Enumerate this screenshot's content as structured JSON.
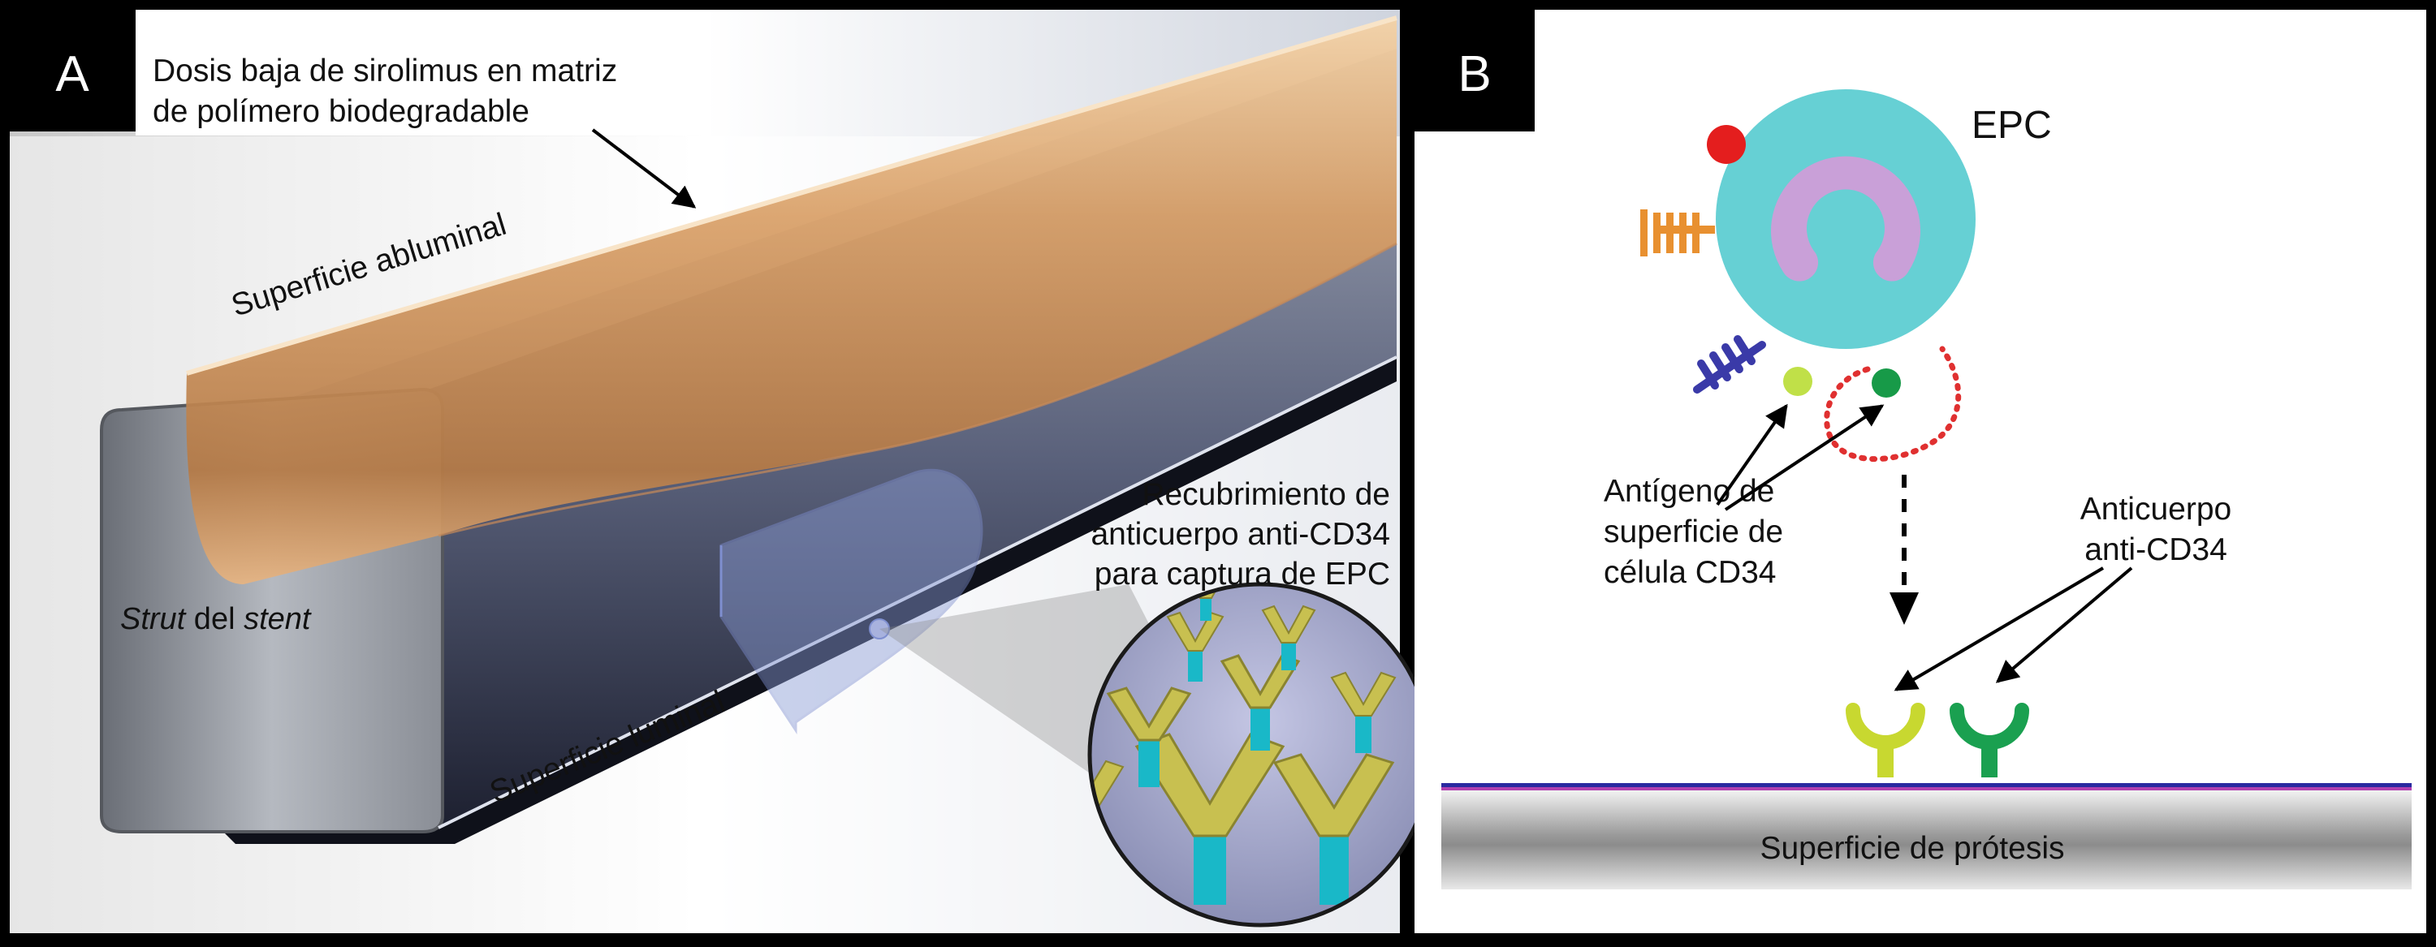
{
  "panel_a": {
    "letter": "A",
    "labels": {
      "coating_line1": "Dosis baja de sirolimus en matriz",
      "coating_line2": "de polímero biodegradable",
      "abluminal": "Superficie abluminal",
      "luminal": "Superficie luminal",
      "strut_italic1": "Strut",
      "strut_mid": " del ",
      "strut_italic2": "stent",
      "antibody_coating_line1": "Recubrimiento de",
      "antibody_coating_line2": "anticuerpo anti-CD34",
      "antibody_coating_line3": "para captura de EPC"
    }
  },
  "panel_b": {
    "letter": "B",
    "labels": {
      "epc": "EPC",
      "antigen_line1": "Antígeno de",
      "antigen_line2": "superficie de",
      "antigen_line3": "célula CD34",
      "antibody_line1": "Anticuerpo",
      "antibody_line2": "anti-CD34",
      "prosthesis": "Superficie de prótesis"
    }
  },
  "colors": {
    "frame": "#000000",
    "coating": "#e8a868",
    "cell": "#66d0d4",
    "nucleus": "#c9a0d8",
    "antibody_yellow": "#c8d830",
    "antibody_green": "#1aa050",
    "dotted_loop": "#e03030"
  }
}
